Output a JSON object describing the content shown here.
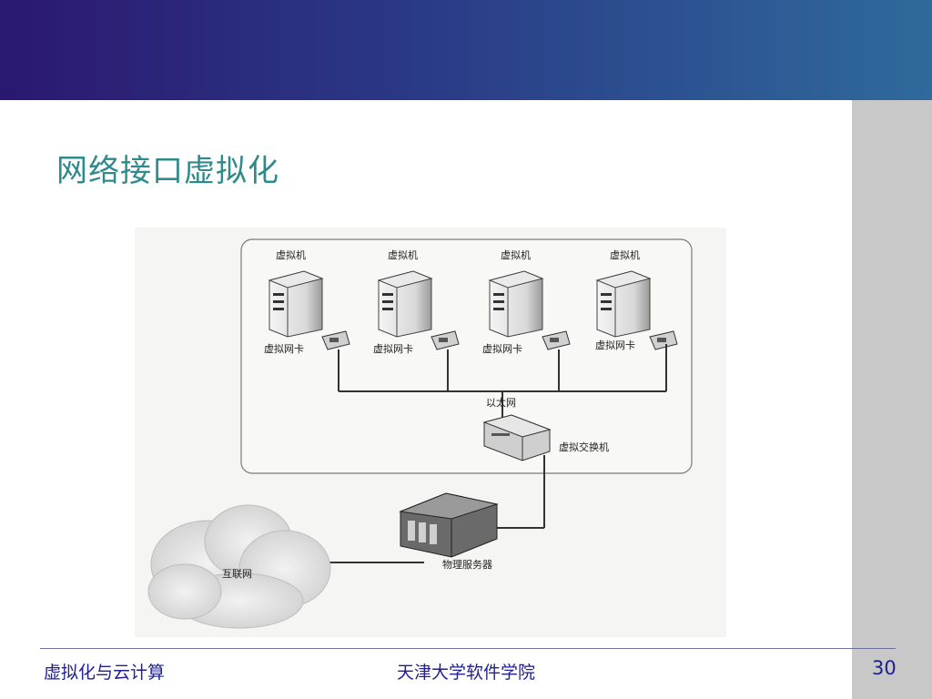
{
  "slide": {
    "title": "网络接口虚拟化"
  },
  "diagram": {
    "virtual_machines": [
      {
        "label": "虚拟机",
        "nic_label": "虚拟网卡"
      },
      {
        "label": "虚拟机",
        "nic_label": "虚拟网卡"
      },
      {
        "label": "虚拟机",
        "nic_label": "虚拟网卡"
      },
      {
        "label": "虚拟机",
        "nic_label": "虚拟网卡"
      }
    ],
    "ethernet_label": "以太网",
    "switch_label": "虚拟交换机",
    "server_label": "物理服务器",
    "internet_label": "互联网"
  },
  "footer": {
    "left": "虚拟化与云计算",
    "center": "天津大学软件学院",
    "page": "30"
  }
}
